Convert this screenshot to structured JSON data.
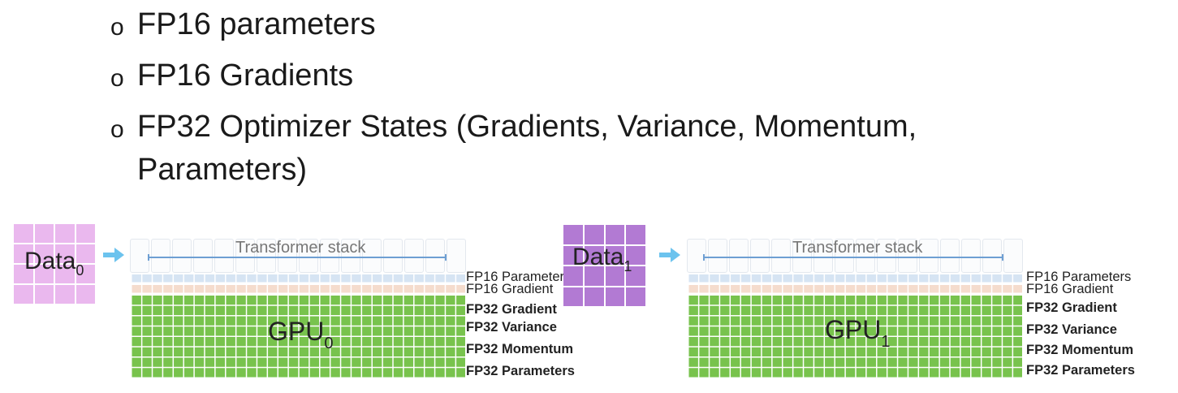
{
  "bullets": [
    {
      "mark": "o",
      "text": "FP16 parameters"
    },
    {
      "mark": "o",
      "text": "FP16 Gradients"
    },
    {
      "mark": "o",
      "text": "FP32 Optimizer States (Gradients, Variance, Momentum,"
    },
    {
      "mark": "",
      "text": "Parameters)"
    }
  ],
  "diagram": {
    "stack_label": "Transformer stack",
    "gpus": [
      {
        "data_name": "Data",
        "data_sub": "0",
        "gpu_name": "GPU",
        "gpu_sub": "0"
      },
      {
        "data_name": "Data",
        "data_sub": "1",
        "gpu_name": "GPU",
        "gpu_sub": "1"
      }
    ],
    "legend": {
      "fp16_parameters": "FP16 Parameters",
      "fp16_gradient": "FP16 Gradient",
      "fp32_gradient": "FP32 Gradient",
      "fp32_variance": "FP32 Variance",
      "fp32_momentum": "FP32 Momentum",
      "fp32_parameters": "FP32 Parameters"
    },
    "colors": {
      "data0": "#eab8ee",
      "data1": "#b27ad3",
      "arrow": "#6cc3ee",
      "fp16_parameters": "#d6e4f3",
      "fp16_gradient": "#f5dccd",
      "fp32": "#78c34d",
      "stack_line": "#6e9fd3"
    }
  }
}
